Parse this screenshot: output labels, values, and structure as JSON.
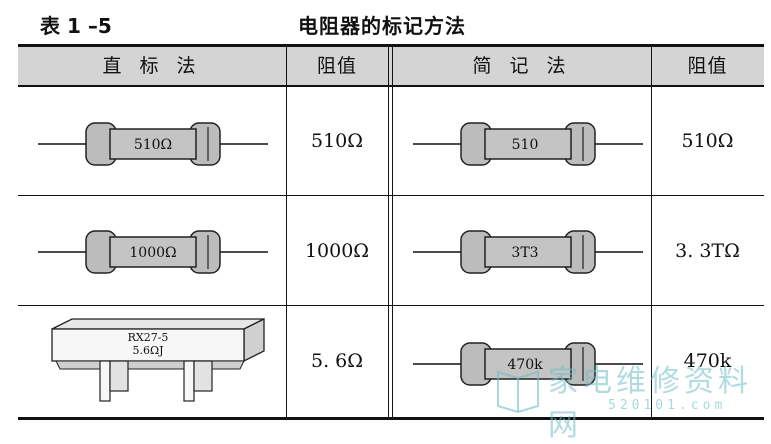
{
  "table_number": "表 1 –5",
  "title": "电阻器的标记方法",
  "headers": {
    "direct": "直 标 法",
    "value_left": "阻值",
    "simple": "简 记 法",
    "value_right": "阻值"
  },
  "rows": [
    {
      "direct_label": "510Ω",
      "direct_value": "510Ω",
      "simple_label": "510",
      "simple_value": "510Ω"
    },
    {
      "direct_label": "1000Ω",
      "direct_value": "1000Ω",
      "simple_label": "3T3",
      "simple_value": "3. 3TΩ"
    },
    {
      "direct_box_line1": "RX27-5",
      "direct_box_line2": "5.6ΩJ",
      "direct_value": "5. 6Ω",
      "simple_label": "470k",
      "simple_value": "470k"
    }
  ],
  "watermark": {
    "text": "家电维修资料网",
    "sub": "520101.com"
  },
  "colors": {
    "resistor_body": "#bcbcbc",
    "header_bg": "#d4d4d4",
    "watermark": "#6ebec8"
  }
}
